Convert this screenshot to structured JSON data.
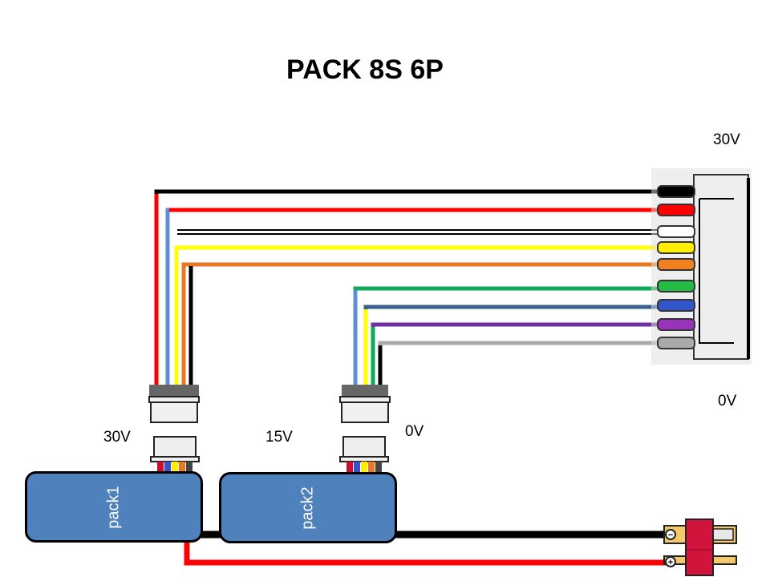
{
  "title": "PACK 8S 6P",
  "labels": {
    "balance_top": "30V",
    "balance_bottom": "0V",
    "pack1_voltage": "30V",
    "pack2_voltage": "15V",
    "pack2_low": "0V"
  },
  "packs": [
    {
      "name": "pack1"
    },
    {
      "name": "pack2"
    }
  ],
  "balance_connector": {
    "pin_colors": [
      "#000000",
      "#ff0000",
      "#ffffff",
      "#ffee00",
      "#f08020",
      "#22bb44",
      "#3355cc",
      "#9933bb",
      "#aaaaaa"
    ]
  },
  "pack1_wires": [
    "#ff0000",
    "#5b8fd8",
    "#ffff00",
    "#e87820",
    "#000000"
  ],
  "pack2_wires": [
    "#5b8fd8",
    "#ffff00",
    "#11aa55",
    "#000000"
  ],
  "main_wires": {
    "negative": "#000000",
    "positive": "#ff0000"
  },
  "output_connector": {
    "type": "Deans T-plug",
    "negative_symbol": "−",
    "positive_symbol": "+",
    "body_color": "#d0143c",
    "pin_color": "#f5c86a"
  }
}
